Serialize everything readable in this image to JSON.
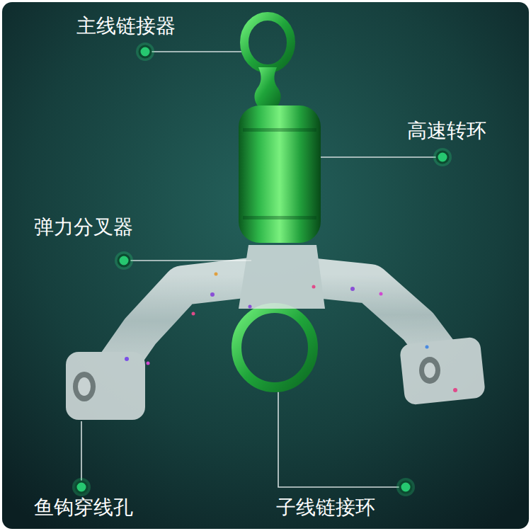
{
  "diagram": {
    "labels": [
      "主线链接器",
      "高速转环",
      "弹力分叉器",
      "鱼钩穿线孔",
      "子线链接环"
    ]
  }
}
